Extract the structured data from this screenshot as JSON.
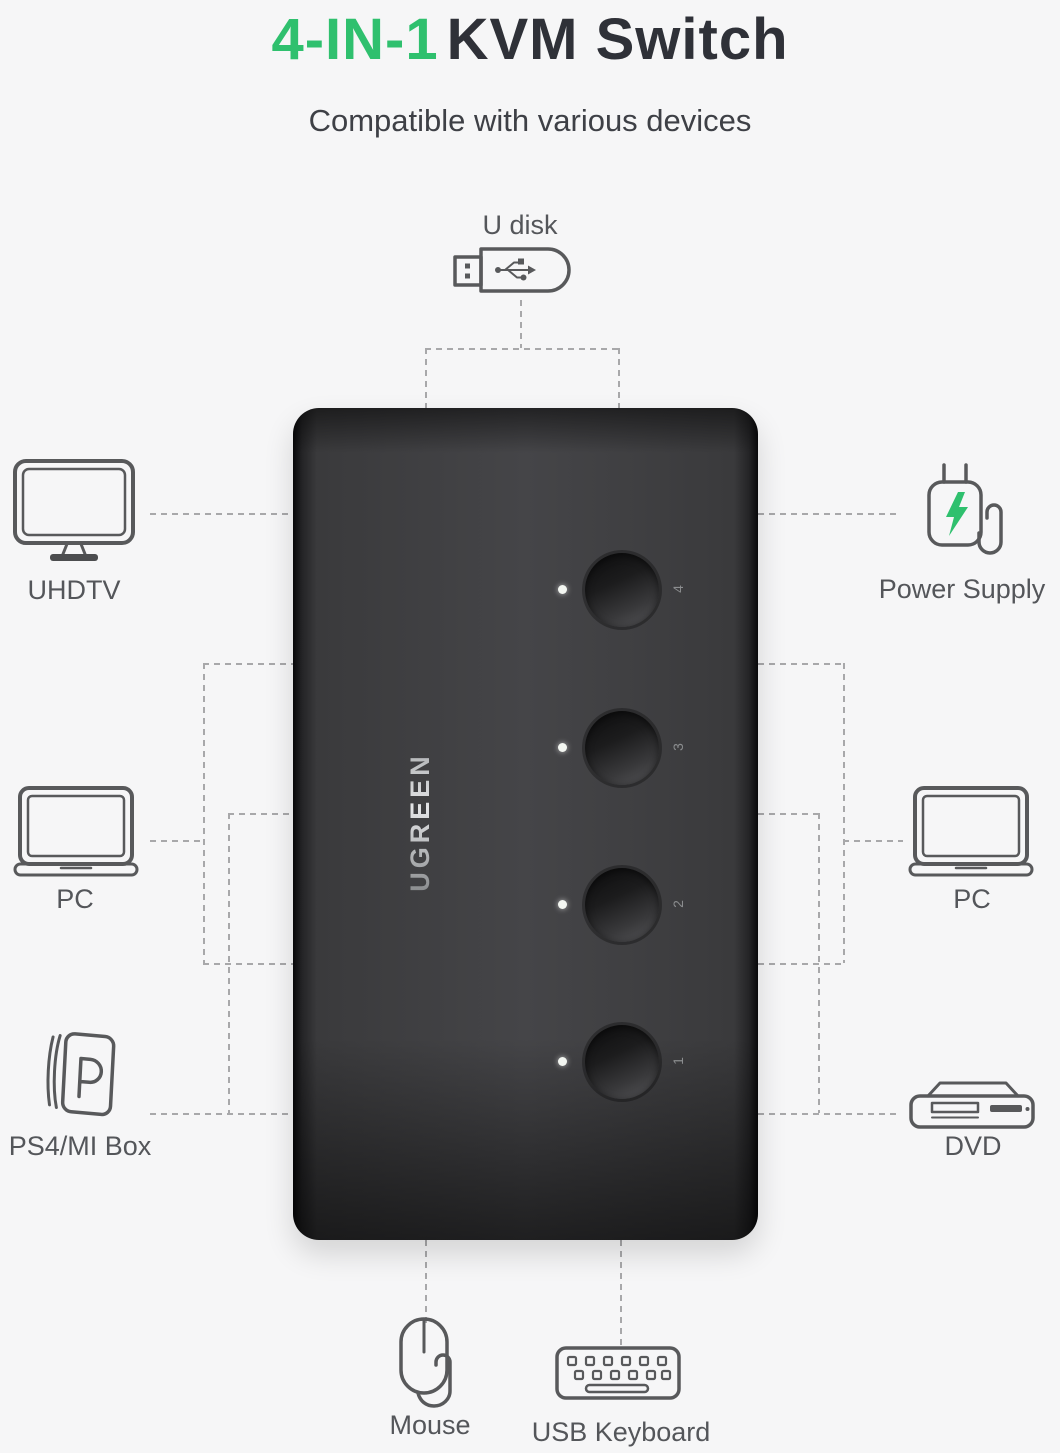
{
  "header": {
    "title_accent": "4-IN-1",
    "title_main": "KVM Switch",
    "subtitle": "Compatible with various devices"
  },
  "colors": {
    "accent_green": "#2fc06e",
    "title_dark": "#2f3138",
    "label_gray": "#54565a",
    "icon_stroke": "#58595b",
    "device_body": "#3e3e40",
    "led_white": "#f3f6f1",
    "background": "#f6f6f7"
  },
  "device": {
    "brand": "UGREEN",
    "port_buttons": [
      {
        "number": "4"
      },
      {
        "number": "3"
      },
      {
        "number": "2"
      },
      {
        "number": "1"
      }
    ]
  },
  "peripherals": {
    "top": {
      "label": "U disk",
      "icon": "usb-flash-drive-icon"
    },
    "left": [
      {
        "label": "UHDTV",
        "icon": "monitor-icon"
      },
      {
        "label": "PC",
        "icon": "laptop-icon"
      },
      {
        "label": "PS4/MI Box",
        "icon": "game-console-icon"
      }
    ],
    "right": [
      {
        "label": "Power Supply",
        "icon": "power-adapter-icon"
      },
      {
        "label": "PC",
        "icon": "laptop-icon"
      },
      {
        "label": "DVD",
        "icon": "dvd-player-icon"
      }
    ],
    "bottom": [
      {
        "label": "Mouse",
        "icon": "mouse-icon"
      },
      {
        "label": "USB Keyboard",
        "icon": "keyboard-icon"
      }
    ]
  }
}
